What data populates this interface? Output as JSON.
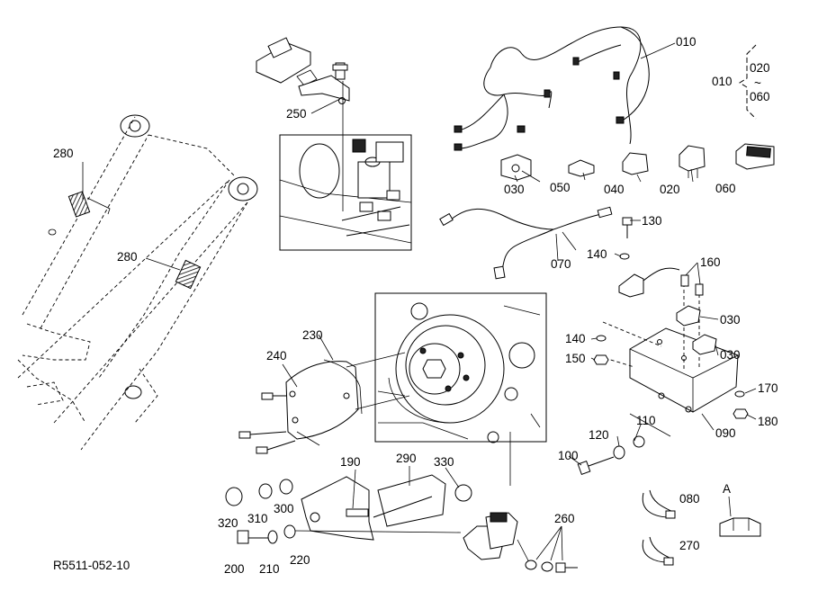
{
  "drawing_code": "R5511-052-10",
  "range_note": {
    "main": "010",
    "from": "020",
    "tilde": "~",
    "to": "060"
  },
  "reference_letter": "A",
  "callouts": {
    "c010": "010",
    "c020": "020",
    "c030a": "030",
    "c030b": "030",
    "c030c": "030",
    "c040": "040",
    "c050": "050",
    "c060": "060",
    "c070": "070",
    "c080": "080",
    "c090": "090",
    "c100": "100",
    "c110": "110",
    "c120": "120",
    "c130": "130",
    "c140a": "140",
    "c140b": "140",
    "c150": "150",
    "c160": "160",
    "c170": "170",
    "c180": "180",
    "c190": "190",
    "c200": "200",
    "c210": "210",
    "c220": "220",
    "c230": "230",
    "c240": "240",
    "c250": "250",
    "c260": "260",
    "c270": "270",
    "c280a": "280",
    "c280b": "280",
    "c290": "290",
    "c300": "300",
    "c310": "310",
    "c320": "320",
    "c330": "330"
  }
}
